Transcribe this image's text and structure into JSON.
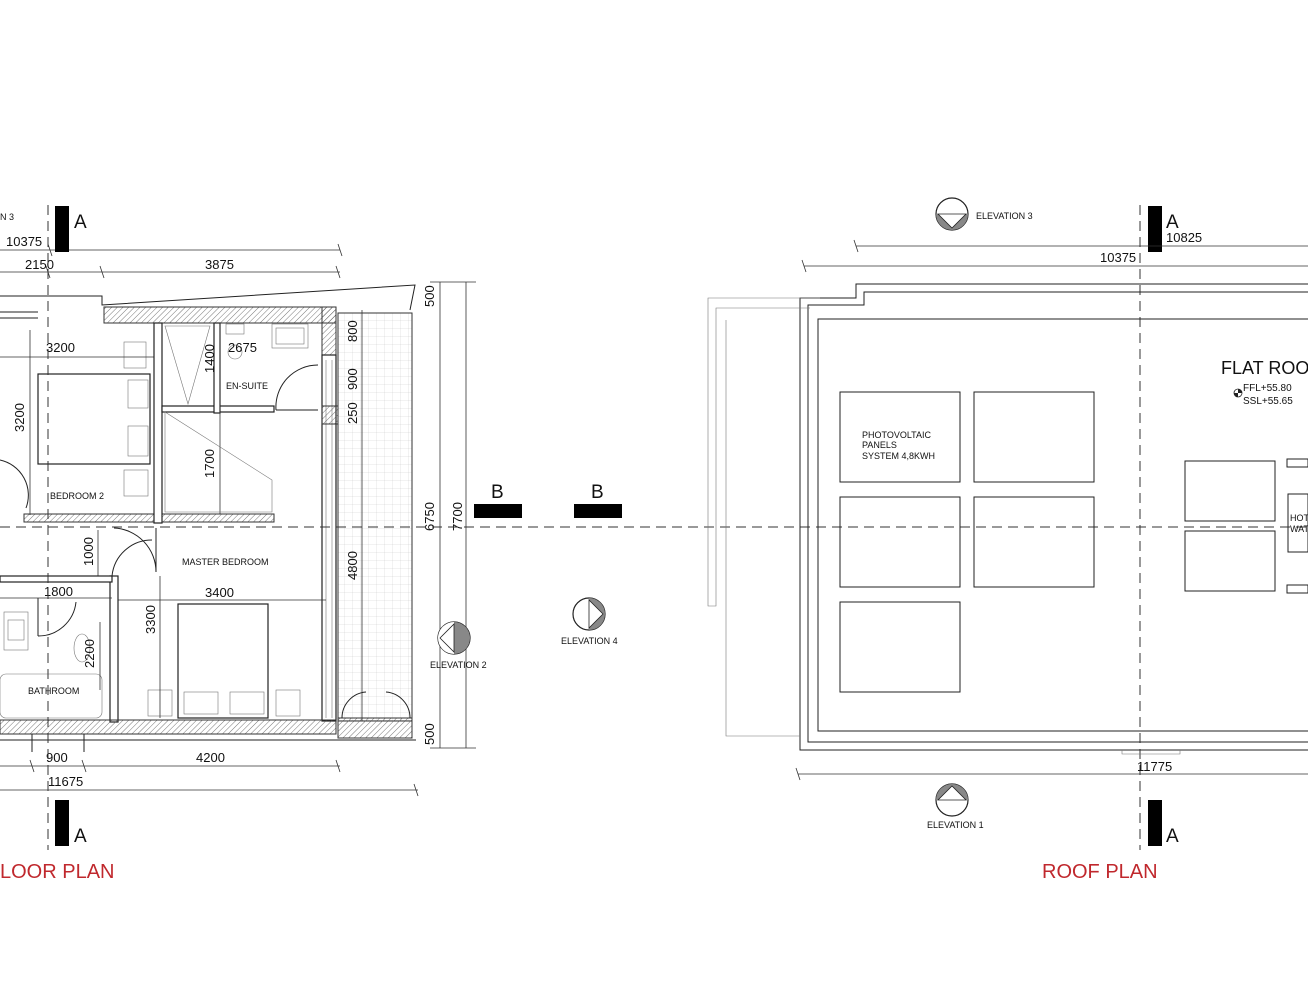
{
  "floor_plan": {
    "title": "LOOR PLAN",
    "partial_label": "N 3",
    "dims": {
      "d10375": "10375",
      "d2150": "2150",
      "d3875": "3875",
      "d3200h": "3200",
      "d3200v": "3200",
      "d2675": "2675",
      "d1400": "1400",
      "d1700": "1700",
      "d800": "800",
      "d900v": "900",
      "d250": "250",
      "d4800": "4800",
      "d500top": "500",
      "d500bot": "500",
      "d6750": "6750",
      "d7700": "7700",
      "d1000": "1000",
      "d1800": "1800",
      "d3400": "3400",
      "d3300": "3300",
      "d2200": "2200",
      "d900h": "900",
      "d4200": "4200",
      "d11675": "11675"
    },
    "rooms": {
      "en_suite": "EN-SUITE",
      "bedroom2": "BEDROOM 2",
      "master": "MASTER BEDROOM",
      "bathroom": "BATHROOM"
    },
    "elevation2": "ELEVATION 2"
  },
  "sections": {
    "a": "A",
    "b": "B"
  },
  "elevation4": "ELEVATION 4",
  "roof_plan": {
    "title": "ROOF PLAN",
    "elevation3": "ELEVATION 3",
    "elevation1": "ELEVATION 1",
    "d10825": "10825",
    "d10375": "10375",
    "d11775": "11775",
    "flat_roof": "FLAT ROO",
    "ffl": "FFL+55.80",
    "ssl": "SSL+55.65",
    "pv_line1": "PHOTOVOLTAIC",
    "pv_line2": "PANELS",
    "pv_line3": "SYSTEM 4,8KWH",
    "hot1": "HOT",
    "hot2": "WAT"
  },
  "colors": {
    "title": "#c0282d",
    "section_marker": "#000000"
  }
}
